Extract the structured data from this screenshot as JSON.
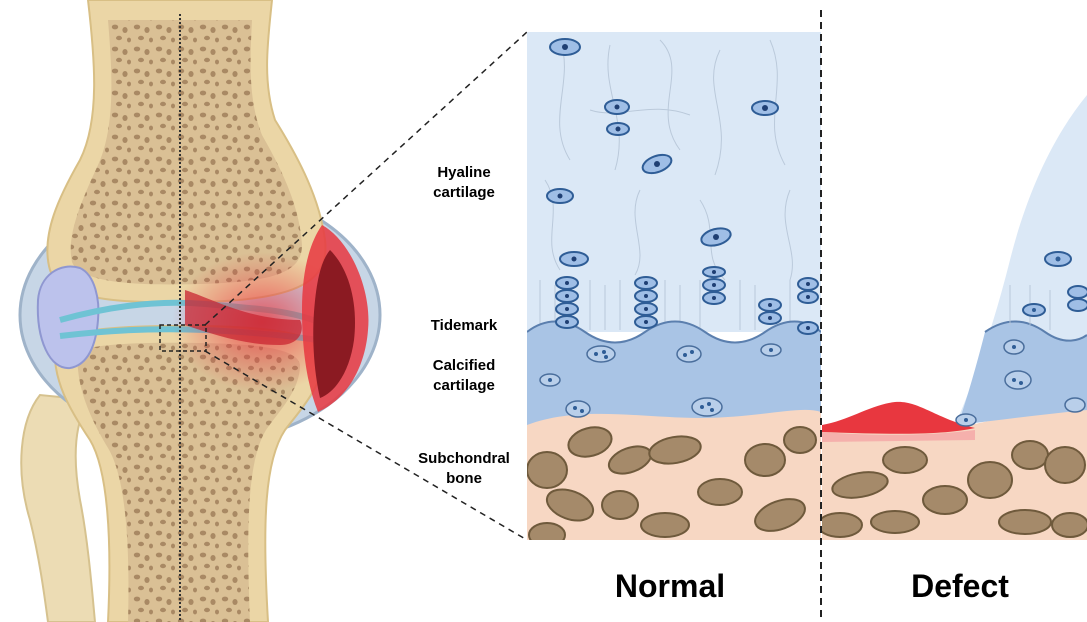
{
  "labels": {
    "hyaline": "Hyaline\ncartilage",
    "tidemark": "Tidemark",
    "calcified": "Calcified\ncartilage",
    "subchondral": "Subchondral\nbone"
  },
  "panels": {
    "normal": "Normal",
    "defect": "Defect"
  },
  "colors": {
    "hyaline": "#dbe8f6",
    "calcified": "#a9c4e5",
    "bone_matrix": "#f7d7c3",
    "trabecula": "#a58a6a",
    "chondrocyte": "#2f5d96",
    "inflammation": "#e8373f",
    "cortical_bone": "#e8d5a9"
  }
}
